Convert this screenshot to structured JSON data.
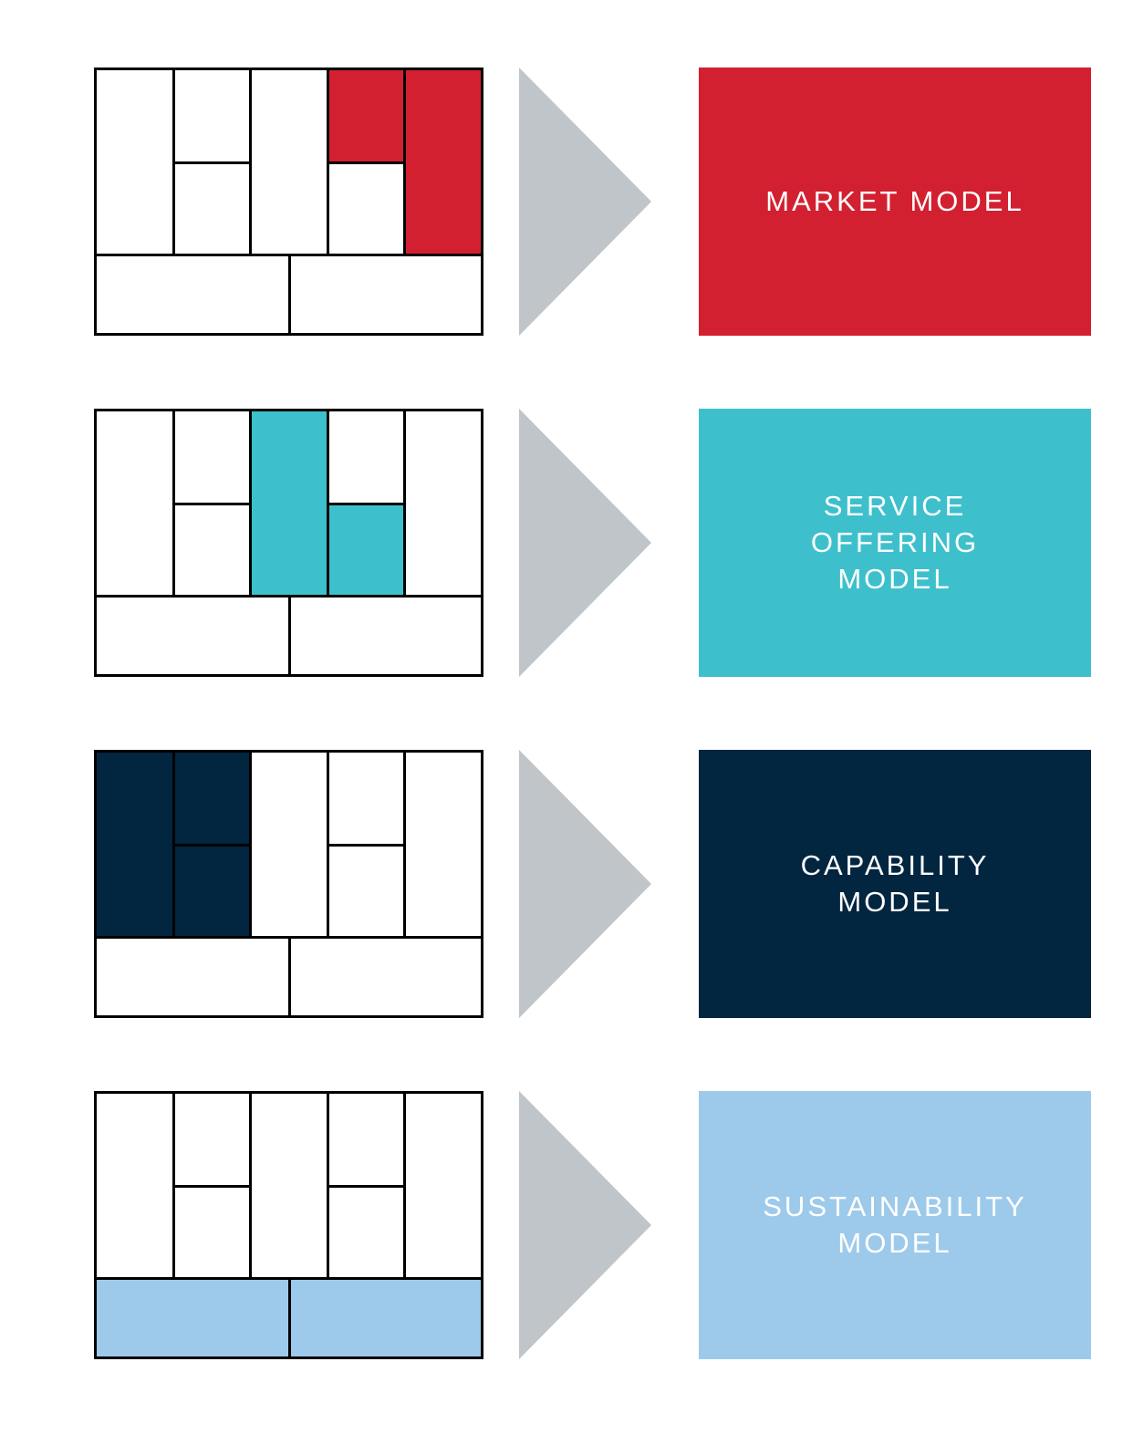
{
  "colors": {
    "red": "#D22030",
    "teal": "#3EC0CC",
    "navy": "#022540",
    "lightblue": "#9DCAEA",
    "arrow": "#BFC5C8",
    "white": "#FFFFFF"
  },
  "rows": [
    {
      "label": "MARKET MODEL",
      "color": "#D22030",
      "highlight": [
        "top4",
        "c5"
      ]
    },
    {
      "label": "SERVICE\nOFFERING\nMODEL",
      "color": "#3EC0CC",
      "highlight": [
        "c3",
        "bot4"
      ]
    },
    {
      "label": "CAPABILITY\nMODEL",
      "color": "#022540",
      "highlight": [
        "c1",
        "top2",
        "bot2"
      ]
    },
    {
      "label": "SUSTAINABILITY\nMODEL",
      "color": "#9DCAEA",
      "highlight": [
        "cost",
        "revenue"
      ]
    }
  ]
}
